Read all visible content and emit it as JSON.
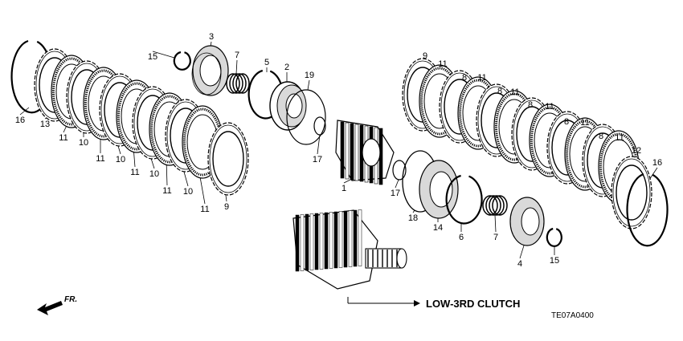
{
  "diagram": {
    "caption": "LOW-3RD CLUTCH",
    "code": "TE07A0400",
    "direction": "FR.",
    "colors": {
      "ink": "#000000",
      "paper": "#ffffff",
      "fill": "#d9d9d9"
    },
    "left_pack": [
      {
        "n": "16"
      },
      {
        "n": "13"
      },
      {
        "n": "11"
      },
      {
        "n": "10"
      },
      {
        "n": "11"
      },
      {
        "n": "10"
      },
      {
        "n": "11"
      },
      {
        "n": "10"
      },
      {
        "n": "11"
      },
      {
        "n": "10"
      },
      {
        "n": "11"
      },
      {
        "n": "9"
      }
    ],
    "right_pack": [
      {
        "n": "9"
      },
      {
        "n": "11"
      },
      {
        "n": "8"
      },
      {
        "n": "11"
      },
      {
        "n": "8"
      },
      {
        "n": "11"
      },
      {
        "n": "8"
      },
      {
        "n": "11"
      },
      {
        "n": "8"
      },
      {
        "n": "11"
      },
      {
        "n": "8"
      },
      {
        "n": "11"
      },
      {
        "n": "12"
      },
      {
        "n": "16"
      }
    ],
    "centre_parts": [
      {
        "n": "15"
      },
      {
        "n": "3"
      },
      {
        "n": "7"
      },
      {
        "n": "5"
      },
      {
        "n": "2"
      },
      {
        "n": "19"
      },
      {
        "n": "17"
      },
      {
        "n": "1"
      },
      {
        "n": "17"
      },
      {
        "n": "18"
      },
      {
        "n": "14"
      },
      {
        "n": "6"
      },
      {
        "n": "7"
      },
      {
        "n": "4"
      },
      {
        "n": "15"
      }
    ]
  }
}
